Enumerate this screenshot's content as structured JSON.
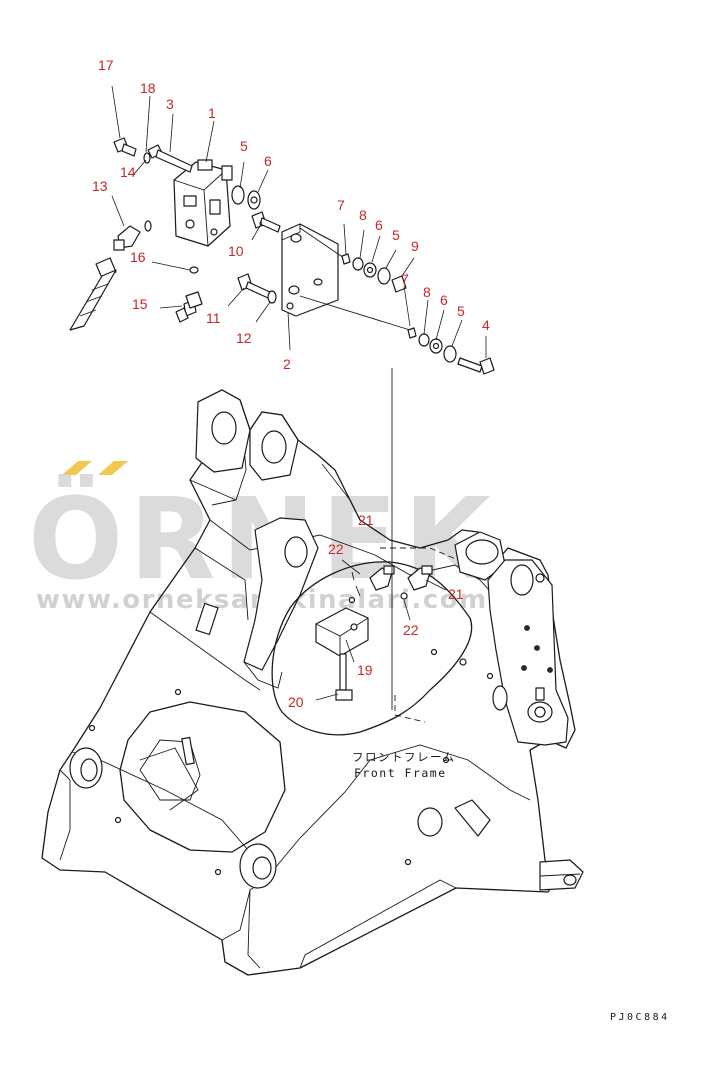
{
  "watermark": {
    "brand": "ÖRNEK",
    "url": "www.orneksanakinalari.com.tr",
    "accent_color": "#f2c94c"
  },
  "caption": {
    "japanese": "フロントフレーム",
    "english": "Front Frame"
  },
  "drawing_code": "PJ0C884",
  "callouts": [
    "1",
    "2",
    "3",
    "4",
    "5",
    "6",
    "7",
    "8",
    "9",
    "10",
    "11",
    "12",
    "13",
    "14",
    "15",
    "16",
    "17",
    "18",
    "19",
    "20",
    "21",
    "22"
  ],
  "label_color": "#c62828"
}
